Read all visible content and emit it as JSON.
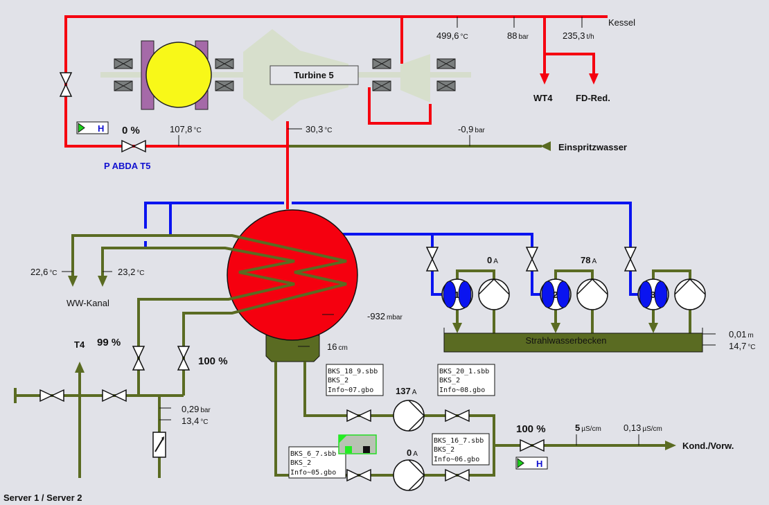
{
  "colors": {
    "steam": "#f5000f",
    "water": "#5a6b22",
    "cooling": "#0a14f0",
    "generator": "#f8f818",
    "background": "#e1e2e8"
  },
  "top": {
    "kessel_label": "Kessel",
    "temp": {
      "value": "499,6",
      "unit": "°C"
    },
    "pressure": {
      "value": "88",
      "unit": "bar"
    },
    "flow": {
      "value": "235,3",
      "unit": "t/h"
    },
    "wt4_label": "WT4",
    "fdred_label": "FD-Red."
  },
  "turbine": {
    "label": "Turbine 5",
    "exhaust_temp": {
      "value": "30,3",
      "unit": "°C"
    }
  },
  "bypass": {
    "valve_percent": "0 %",
    "valve_name": "P ABDA T5",
    "mode": "H",
    "temp": {
      "value": "107,8",
      "unit": "°C"
    }
  },
  "injection": {
    "pressure": {
      "value": "-0,9",
      "unit": "bar"
    },
    "label": "Einspritzwasser"
  },
  "condenser": {
    "pressure": {
      "value": "-932",
      "unit": "mbar"
    },
    "level": {
      "value": "16",
      "unit": "cm"
    }
  },
  "ww": {
    "label": "WW-Kanal",
    "temp1": {
      "value": "22,6",
      "unit": "°C"
    },
    "temp2": {
      "value": "23,2",
      "unit": "°C"
    }
  },
  "cooling_inlet": {
    "t4_label": "T4",
    "valve1_percent": "99 %",
    "valve2_percent": "100 %",
    "pressure": {
      "value": "0,29",
      "unit": "bar"
    },
    "temp": {
      "value": "13,4",
      "unit": "°C"
    }
  },
  "jet_pumps": {
    "items": [
      {
        "number": "1",
        "current": {
          "value": "0",
          "unit": "A"
        }
      },
      {
        "number": "2",
        "current": {
          "value": "78",
          "unit": "A"
        }
      },
      {
        "number": "3",
        "current": {
          "value": "",
          "unit": ""
        }
      }
    ],
    "basin_label": "Strahlwasserbecken",
    "basin_level": {
      "value": "0,01",
      "unit": "m"
    },
    "basin_temp": {
      "value": "14,7",
      "unit": "°C"
    }
  },
  "condensate": {
    "pump1_current": {
      "value": "137",
      "unit": "A"
    },
    "pump2_current": {
      "value": "0",
      "unit": "A"
    },
    "info_boxes": [
      {
        "line1": "BKS_18_9.sbb",
        "line2": "BKS_2",
        "line3": "Info~07.gbo"
      },
      {
        "line1": "BKS_20_1.sbb",
        "line2": "BKS_2",
        "line3": "Info~08.gbo"
      },
      {
        "line1": "BKS_6_7.sbb",
        "line2": "BKS_2",
        "line3": "Info~05.gbo"
      },
      {
        "line1": "BKS_16_7.sbb",
        "line2": "BKS_2",
        "line3": "Info~06.gbo"
      }
    ],
    "valve_percent": "100 %",
    "mode": "H",
    "cond1": {
      "value": "5",
      "unit": "µS/cm"
    },
    "cond2": {
      "value": "0,13",
      "unit": "µS/cm"
    },
    "outlet_label": "Kond./Vorw."
  },
  "footer": {
    "server_label": "Server 1 / Server 2"
  }
}
